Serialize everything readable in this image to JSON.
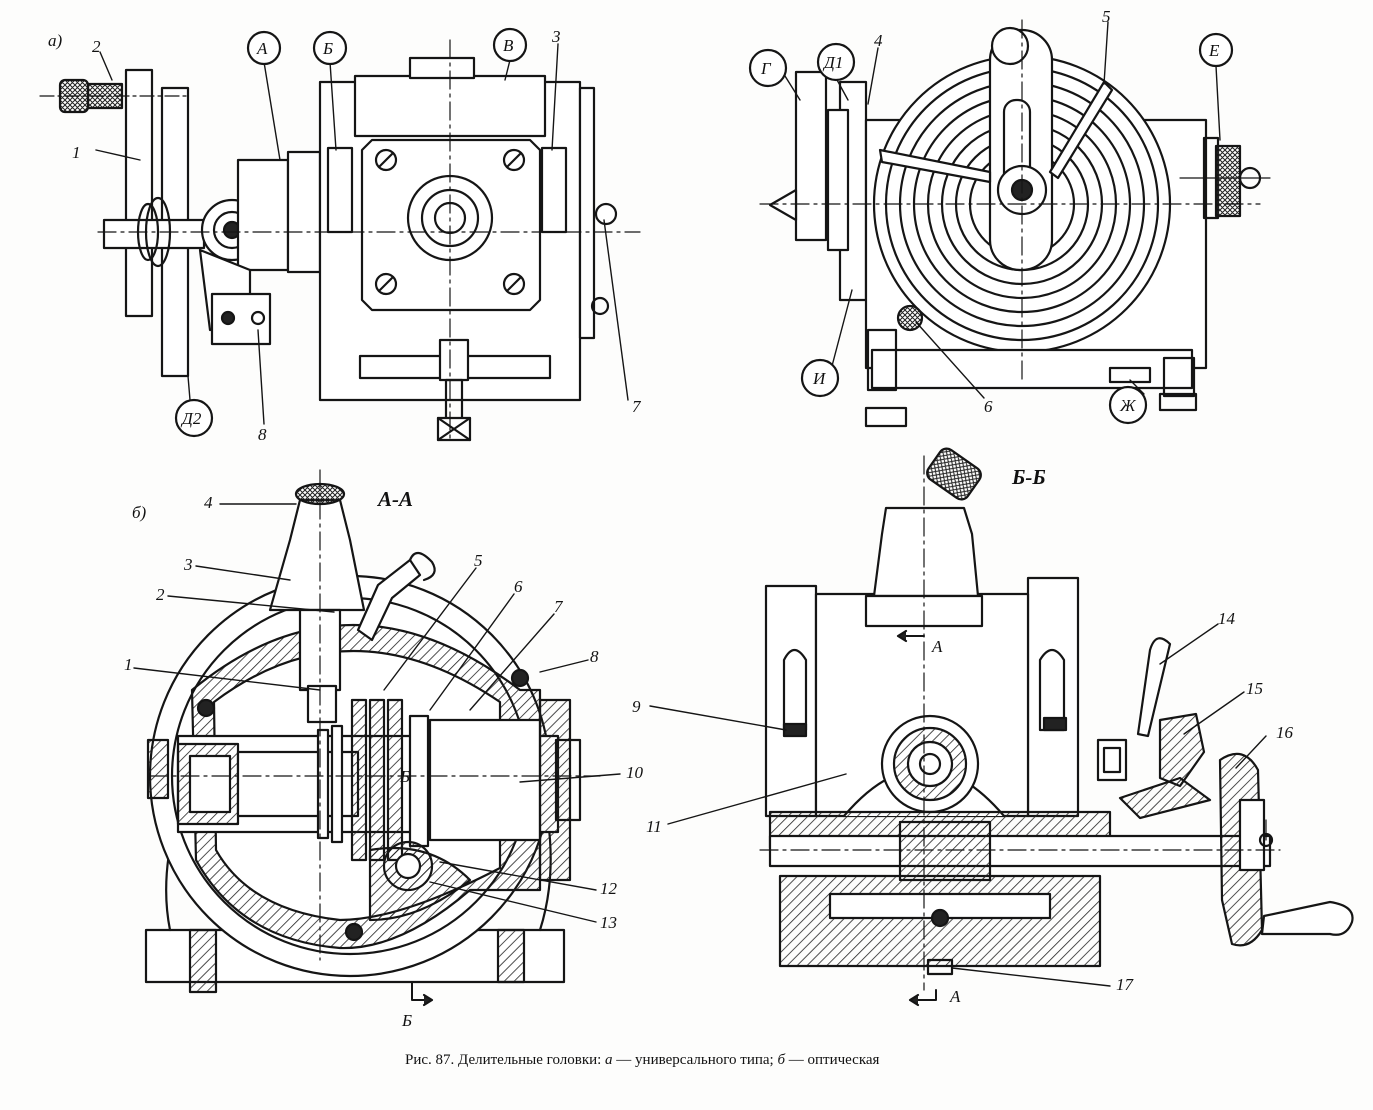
{
  "view_labels": {
    "a": "а)",
    "b": "б)"
  },
  "sections": {
    "aa": "А-А",
    "bb": "Б-Б"
  },
  "arrow_labels": {
    "a_top": "А",
    "a_bottom": "А",
    "b_left": "Б",
    "b_mid": "Б"
  },
  "top_left_callouts": [
    "1",
    "2",
    "3",
    "7",
    "8"
  ],
  "top_left_circles": [
    "А",
    "Б",
    "В",
    "Д2"
  ],
  "top_right_callouts": [
    "4",
    "5",
    "6"
  ],
  "top_right_circles": [
    "Г",
    "Д1",
    "Е",
    "И",
    "Ж"
  ],
  "bottom_left_callouts": [
    "1",
    "2",
    "3",
    "4",
    "5",
    "6",
    "7",
    "8",
    "10",
    "12",
    "13"
  ],
  "bottom_right_callouts": [
    "9",
    "11",
    "14",
    "15",
    "16",
    "17"
  ],
  "caption": {
    "prefix": "Рис. 87. Делительные головки:",
    "a_letter": "а",
    "a_text": "— универсального типа;",
    "b_letter": "б",
    "b_text": "— оптическая"
  }
}
